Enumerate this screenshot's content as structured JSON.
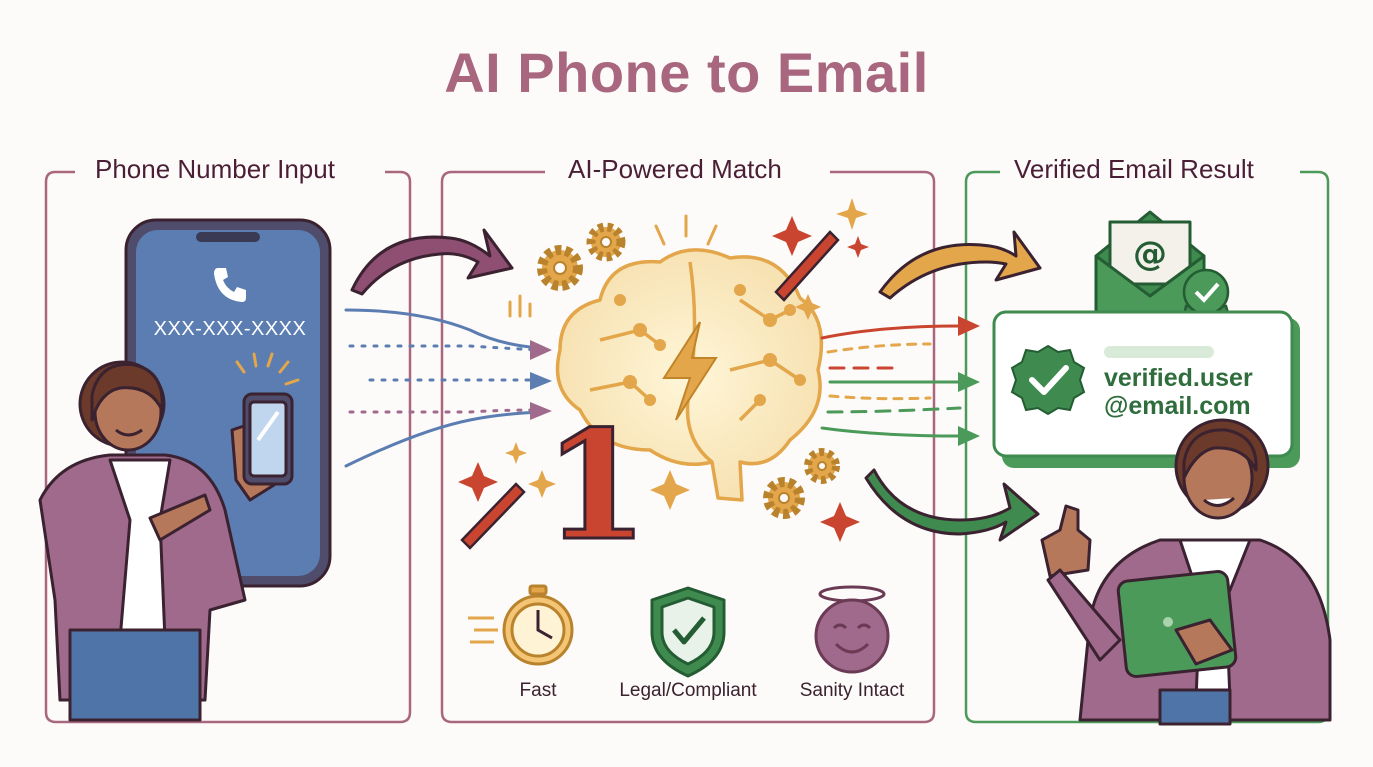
{
  "title": "AI Phone to Email",
  "panels": [
    {
      "title": "Phone Number Input"
    },
    {
      "title": "AI-Powered Match"
    },
    {
      "title": "Verified Email Result"
    }
  ],
  "phone": {
    "number": "XXX-XXX-XXXX"
  },
  "result": {
    "email_line1": "verified.user",
    "email_line2": "@email.com"
  },
  "rank_badge": "1",
  "benefits": [
    {
      "label": "Fast",
      "icon": "stopwatch-icon"
    },
    {
      "label": "Legal/Compliant",
      "icon": "shield-check-icon"
    },
    {
      "label": "Sanity Intact",
      "icon": "smiley-halo-icon"
    }
  ],
  "colors": {
    "plum": "#a8677f",
    "phone_blue": "#5b7db1",
    "brain_gold": "#e3a64a",
    "accent_red": "#c9452f",
    "verified_green": "#3f8a4f"
  }
}
